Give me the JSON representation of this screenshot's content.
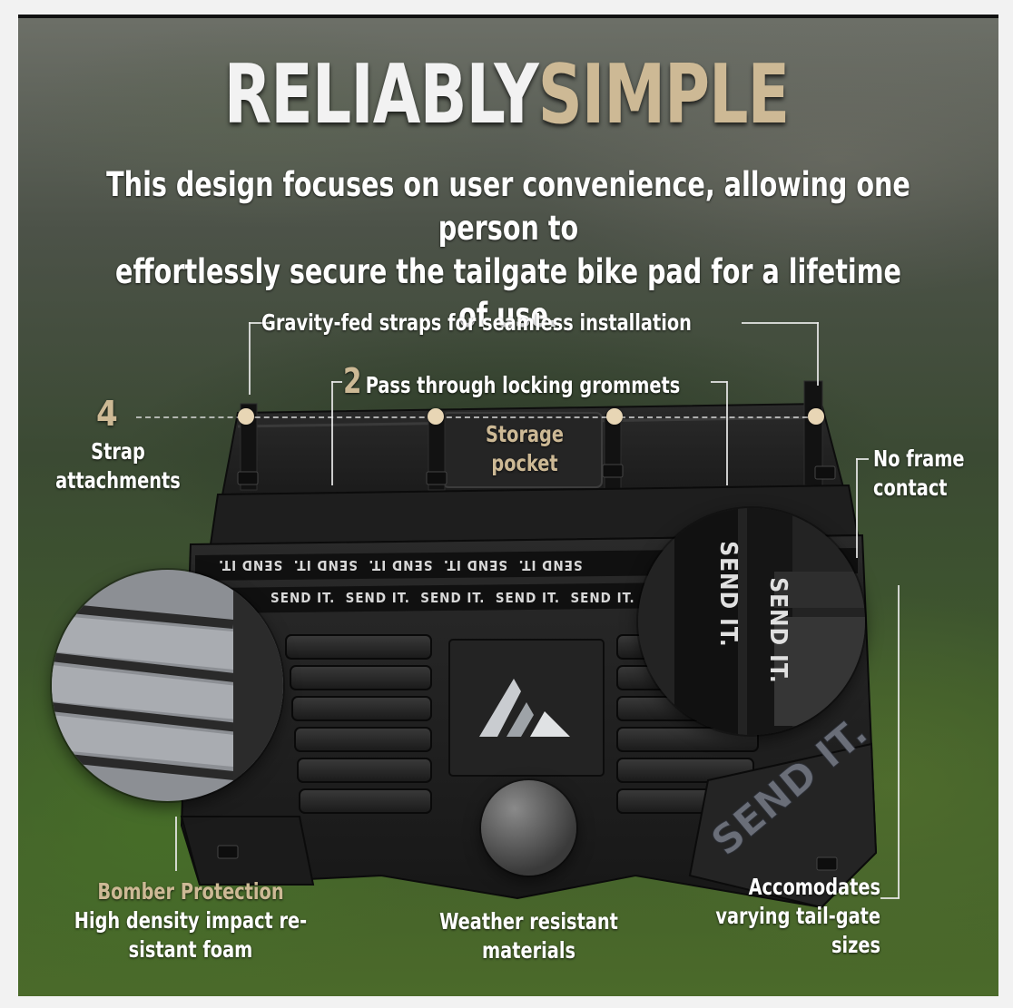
{
  "title": {
    "word1": "RELIABLY",
    "word2": "SIMPLE"
  },
  "subtitle": {
    "line1": "This design focuses on user convenience, allowing one person to",
    "line2": "effortlessly secure the tailgate bike pad for a lifetime of use."
  },
  "callouts": {
    "gravity_straps": "Gravity-fed straps for seamless installation",
    "grommets_count": "2",
    "grommets_label": "Pass through locking grommets",
    "strap_count": "4",
    "strap_label_line1": "Strap",
    "strap_label_line2": "attachments",
    "storage_line1": "Storage",
    "storage_line2": "pocket",
    "frame_line1": "No frame",
    "frame_line2": "contact",
    "bomber_title": "Bomber Protection",
    "bomber_line1": "High density impact re-",
    "bomber_line2": "sistant foam",
    "weather_line1": "Weather resistant",
    "weather_line2": "materials",
    "sizes_line1": "Accomodates",
    "sizes_line2": "varying tail-gate",
    "sizes_line3": "sizes"
  },
  "product": {
    "strap_text": "SEND IT.",
    "pad_brand_text": "SEND IT."
  },
  "colors": {
    "accent_tan": "#cdb995",
    "marker_dot": "#e8d6b5",
    "pad_black": "#1c1c1c"
  },
  "icons": [
    "brand-logo-icon",
    "strap-attachment-dot-icon"
  ]
}
